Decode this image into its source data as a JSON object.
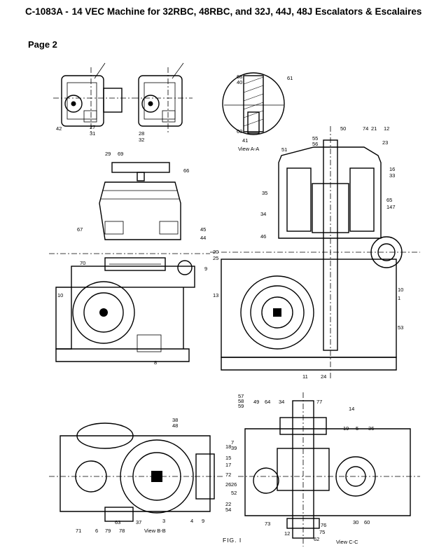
{
  "header": {
    "doc_number": "C-1083A  -",
    "title": "14 VEC Machine for 32RBC, 48RBC, and 32J, 44J, 48J Escalators & Escalaires"
  },
  "page_label": "Page 2",
  "figure_label": "FIG. I",
  "views": {
    "view_aa": "View A-A",
    "view_bb": "View B-B",
    "view_cc": "View C-C"
  },
  "callouts": {
    "top_left": [
      "42",
      "27",
      "31",
      "28",
      "32"
    ],
    "view_aa": [
      "68",
      "40",
      "61",
      "60",
      "41"
    ],
    "side_view": [
      "29",
      "69",
      "66",
      "67",
      "45",
      "44",
      "70",
      "10",
      "20",
      "25",
      "13",
      "8",
      "9"
    ],
    "section_view": [
      "50",
      "74",
      "21",
      "12",
      "55",
      "56",
      "23",
      "51",
      "16",
      "33",
      "35",
      "65",
      "147",
      "34",
      "46",
      "10",
      "1",
      "53",
      "11",
      "24"
    ],
    "bottom_left": [
      "38",
      "48",
      "18",
      "15",
      "17",
      "72",
      "26",
      "22",
      "54",
      "71",
      "6",
      "79",
      "63",
      "78",
      "37",
      "3",
      "4",
      "9"
    ],
    "bottom_right": [
      "57",
      "58",
      "59",
      "49",
      "64",
      "34",
      "77",
      "14",
      "19",
      "5",
      "36",
      "7",
      "39",
      "26",
      "52",
      "73",
      "12",
      "76",
      "75",
      "62",
      "30",
      "60"
    ]
  }
}
